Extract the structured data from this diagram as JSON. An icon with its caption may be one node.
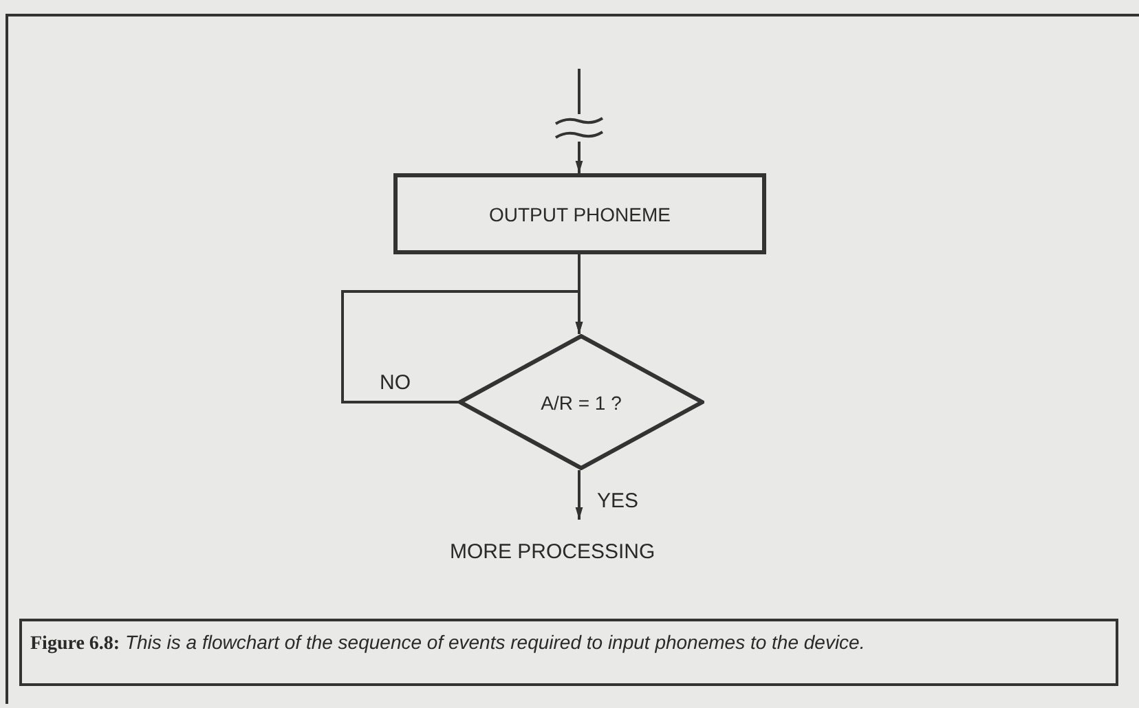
{
  "diagram": {
    "caption": "**Figure 6.8:** *This is a flowchart of the sequence of events required to input phonemes to the device.*",
    "nodes": [
      {
        "text": [
          "OUTPUT PHONEME"
        ]
      },
      {
        "text": [
          "A/R = 1 ?"
        ]
      },
      {
        "text": [
          "MORE PROCESSING"
        ]
      }
    ],
    "edges": [
      {
        "from": null,
        "to": 0,
        "arrow": "to"
      },
      {
        "from": 0,
        "to": 1,
        "arrow": "to"
      },
      {
        "from": 1,
        "to": 1,
        "arrow": "to",
        "label": "NO"
      },
      {
        "from": 1,
        "to": 2,
        "arrow": "to",
        "label": "YES"
      }
    ]
  }
}
